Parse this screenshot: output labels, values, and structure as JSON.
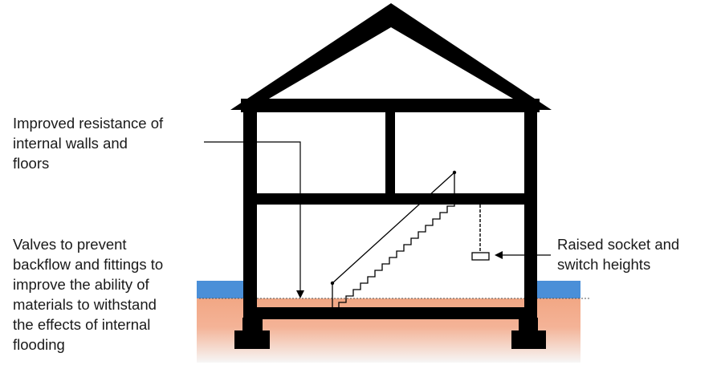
{
  "labels": {
    "walls": [
      "Improved resistance of",
      "internal walls and",
      "floors"
    ],
    "valves": [
      "Valves to prevent",
      "backflow and fittings to",
      "improve the ability of",
      "materials to withstand",
      "the effects of internal",
      "flooding"
    ],
    "sockets": [
      "Raised socket and",
      "switch heights"
    ]
  },
  "colors": {
    "structure": "#000000",
    "flood_water": "#4a8fd8",
    "ground_top": "#f2a784",
    "ground_bottom": "#f6f6f6",
    "text": "#1a1a1a"
  }
}
